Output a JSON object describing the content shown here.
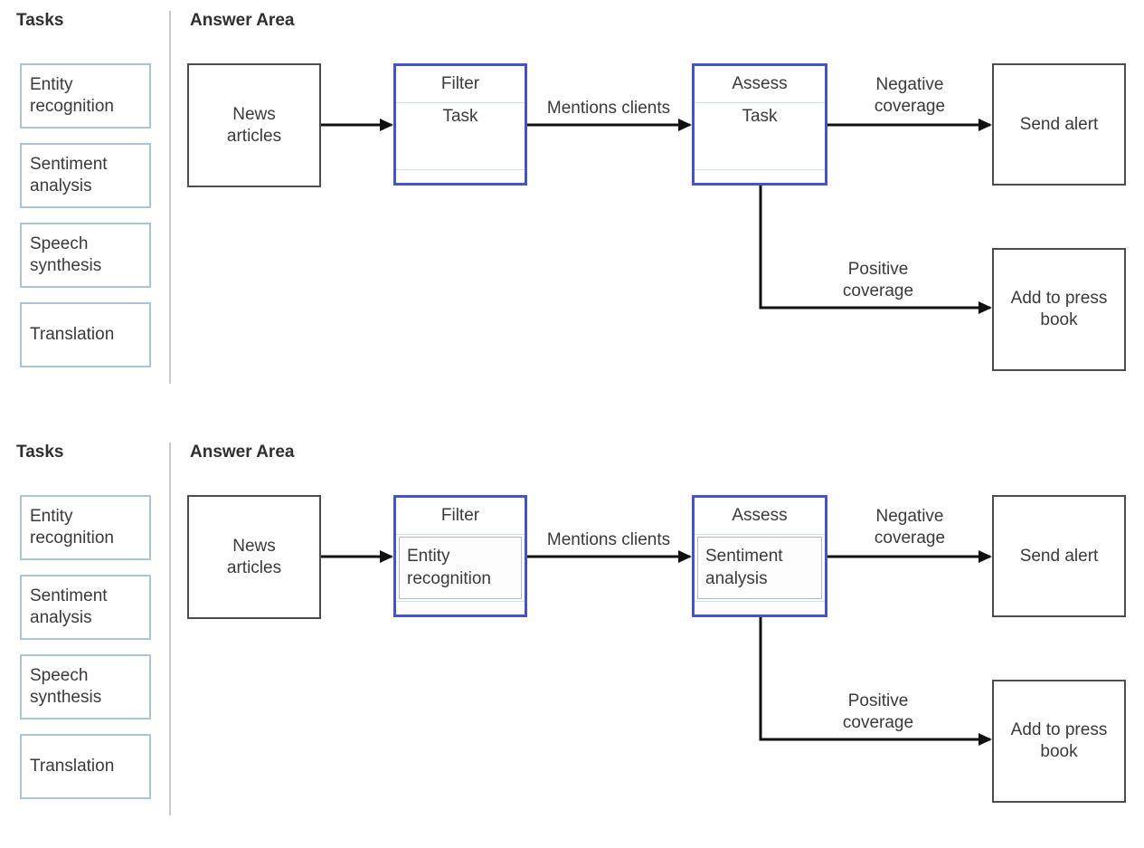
{
  "colors": {
    "drop_target_border": "#4553c8",
    "drop_divider": "#cfe4f0",
    "task_card_border": "#a9c4d8",
    "static_box_border": "#4d4d4d",
    "arrow": "#111111",
    "text": "#3a3a3a",
    "column_divider": "#c9c9c9"
  },
  "panels": [
    {
      "tasks_header": "Tasks",
      "answer_header": "Answer Area",
      "tasks": [
        "Entity recognition",
        "Sentiment analysis",
        "Speech synthesis",
        "Translation"
      ],
      "flow": {
        "source_label": "News articles",
        "filter_title": "Filter",
        "filter_slot": "Task",
        "assess_title": "Assess",
        "assess_slot": "Task",
        "edge_mentions": "Mentions clients",
        "edge_negative": "Negative coverage",
        "edge_positive": "Positive coverage",
        "alert_label": "Send alert",
        "pressbook_label": "Add to press book"
      }
    },
    {
      "tasks_header": "Tasks",
      "answer_header": "Answer Area",
      "tasks": [
        "Entity recognition",
        "Sentiment analysis",
        "Speech synthesis",
        "Translation"
      ],
      "flow": {
        "source_label": "News articles",
        "filter_title": "Filter",
        "filter_slot": "Entity recognition",
        "assess_title": "Assess",
        "assess_slot": "Sentiment analysis",
        "edge_mentions": "Mentions clients",
        "edge_negative": "Negative coverage",
        "edge_positive": "Positive coverage",
        "alert_label": "Send alert",
        "pressbook_label": "Add to press book"
      }
    }
  ]
}
